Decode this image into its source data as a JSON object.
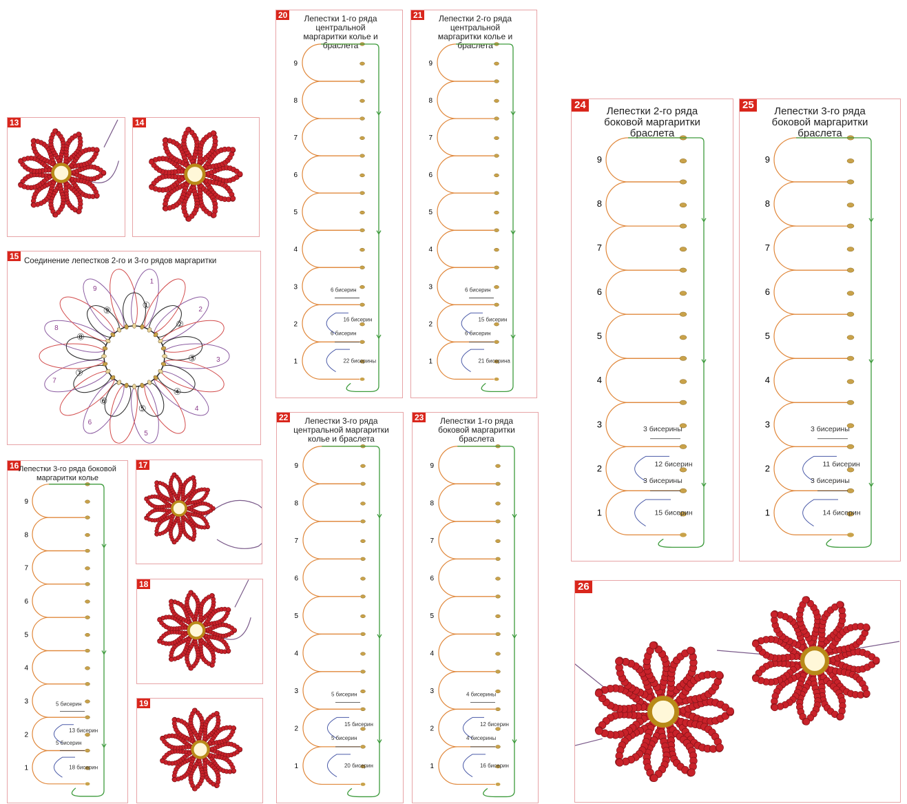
{
  "colors": {
    "petal": "#e0873a",
    "thread": "#3c9a3b",
    "bead": "#c9a24a",
    "label_bg": "#d9261c",
    "arrow": "#4a5aa8",
    "flower": "#c8222a"
  },
  "panels": [
    {
      "id": "p13",
      "num": "13",
      "title": ""
    },
    {
      "id": "p14",
      "num": "14",
      "title": ""
    },
    {
      "id": "p15",
      "num": "15",
      "title": "Соединение лепестков 2-го и 3-го рядов маргаритки"
    },
    {
      "id": "p16",
      "num": "16",
      "title": "Лепестки 3-го ряда боковой маргаритки колье",
      "beads": {
        "top": "5 бисерин",
        "mid": "13 бисерин",
        "mid2": "5 бисерин",
        "bottom": "18 бисерин"
      }
    },
    {
      "id": "p17",
      "num": "17",
      "title": ""
    },
    {
      "id": "p18",
      "num": "18",
      "title": ""
    },
    {
      "id": "p19",
      "num": "19",
      "title": ""
    },
    {
      "id": "p20",
      "num": "20",
      "title": "Лепестки 1-го ряда центральной маргаритки колье и браслета",
      "beads": {
        "top": "6 бисерин",
        "mid": "16 бисерин",
        "mid2": "6 бисерин",
        "bottom": "22 бисерины"
      }
    },
    {
      "id": "p21",
      "num": "21",
      "title": "Лепестки 2-го ряда центральной маргаритки колье и браслета",
      "beads": {
        "top": "6 бисерин",
        "mid": "15 бисерин",
        "mid2": "6 бисерин",
        "bottom": "21 бисерина"
      }
    },
    {
      "id": "p22",
      "num": "22",
      "title": "Лепестки 3-го ряда центральной маргаритки колье и браслета",
      "beads": {
        "top": "5 бисерин",
        "mid": "15 бисерин",
        "mid2": "5 бисерин",
        "bottom": "20 бисерин"
      }
    },
    {
      "id": "p23",
      "num": "23",
      "title": "Лепестки 1-го ряда боковой маргаритки браслета",
      "beads": {
        "top": "4 бисерины",
        "mid": "12 бисерин",
        "mid2": "4 бисерины",
        "bottom": "16 бисерин"
      }
    },
    {
      "id": "p24",
      "num": "24",
      "title": "Лепестки 2-го ряда боковой маргаритки браслета",
      "beads": {
        "top": "3 бисерины",
        "mid": "12 бисерин",
        "mid2": "3 бисерины",
        "bottom": "15 бисерин"
      }
    },
    {
      "id": "p25",
      "num": "25",
      "title": "Лепестки 3-го ряда боковой маргаритки браслета",
      "beads": {
        "top": "3 бисерины",
        "mid": "11 бисерин",
        "mid2": "3 бисерины",
        "bottom": "14 бисерин"
      }
    },
    {
      "id": "p26",
      "num": "26",
      "title": ""
    }
  ],
  "row_numbers": [
    "9",
    "8",
    "7",
    "6",
    "5",
    "4",
    "3",
    "2",
    "1"
  ],
  "flower15": {
    "outer": [
      "1",
      "2",
      "3",
      "4",
      "5",
      "6",
      "7",
      "8",
      "9"
    ],
    "inner": [
      "①",
      "②",
      "③",
      "④",
      "⑤",
      "⑥",
      "⑦",
      "⑧",
      "⑨"
    ]
  }
}
